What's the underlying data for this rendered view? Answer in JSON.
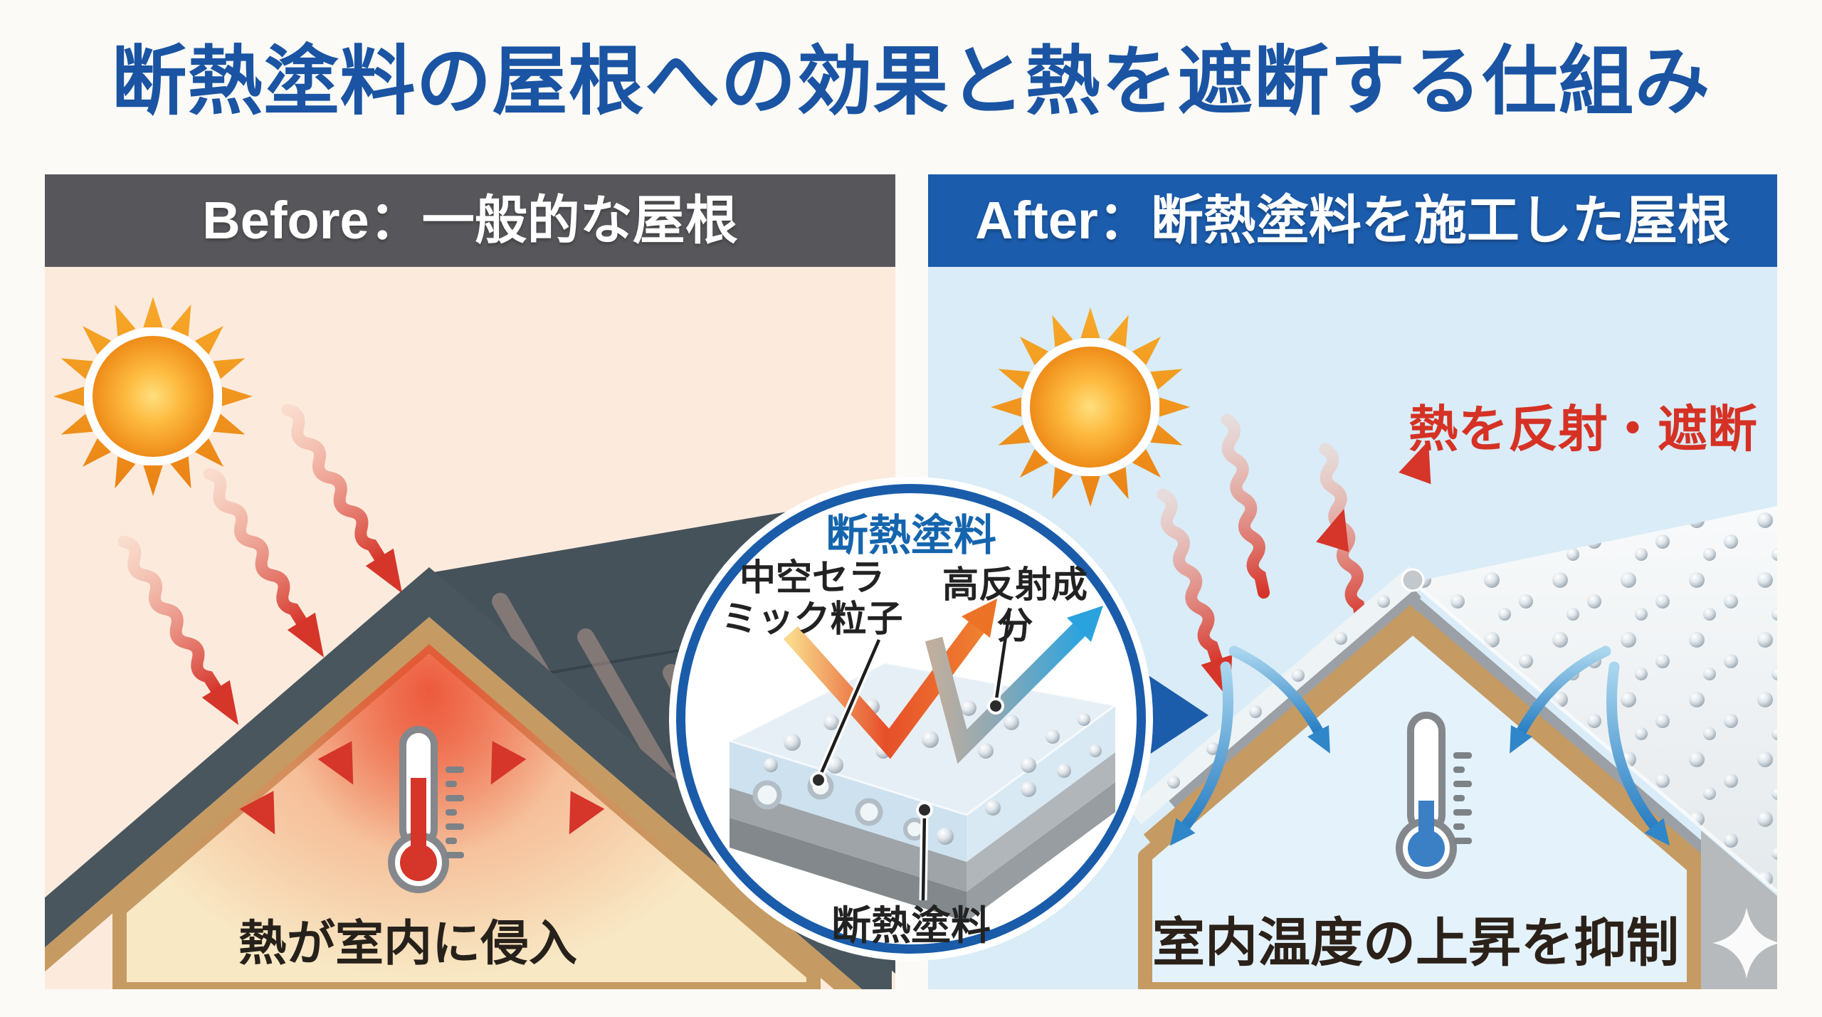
{
  "title": "断熱塗料の屋根への効果と熱を遮断する仕組み",
  "before_panel": {
    "header": "Before：一般的な屋根",
    "caption": "熱が室内に侵入"
  },
  "after_panel": {
    "header": "After：断熱塗料を施工した屋根",
    "reflect_label": "熱を反射・遮断",
    "caption": "室内温度の上昇を抑制"
  },
  "detail_circle": {
    "title": "断熱塗料",
    "ceramic_label_line1": "中空セラ",
    "ceramic_label_line2": "ミック粒子",
    "reflective_label": "高反射成分",
    "paint_label": "断熱塗料"
  },
  "icons": {
    "sun": "sun-icon",
    "heat_wave_arrow": "heat-wave-arrow-icon",
    "heat_penetration_arrow": "heat-penetration-arrow-icon",
    "reflected_heat_arrow": "reflected-heat-arrow-icon",
    "cool_air_arrow": "cool-air-arrow-icon",
    "thermometer_hot": "thermometer-hot-icon",
    "thermometer_cold": "thermometer-cold-icon",
    "ceramic_particle": "hollow-ceramic-particle-icon",
    "sparkle": "sparkle-icon",
    "callout_arrow": "callout-arrow-icon"
  },
  "colors": {
    "title_blue": "#1a54a3",
    "before_header_gray": "#57575b",
    "after_header_blue": "#1c5cac",
    "before_bg_peach": "#fcebdd",
    "after_bg_blue": "#d9ecf7",
    "heat_red": "#d6352a",
    "cool_blue": "#2f8fd0",
    "sun_orange": "#f09022",
    "roof_dark_slate": "#4a565e",
    "trim_tan": "#c59b63",
    "wall_cream": "#f8e8c4",
    "interior_cool": "#e4f2fb",
    "circle_border_blue": "#1a5caa"
  }
}
